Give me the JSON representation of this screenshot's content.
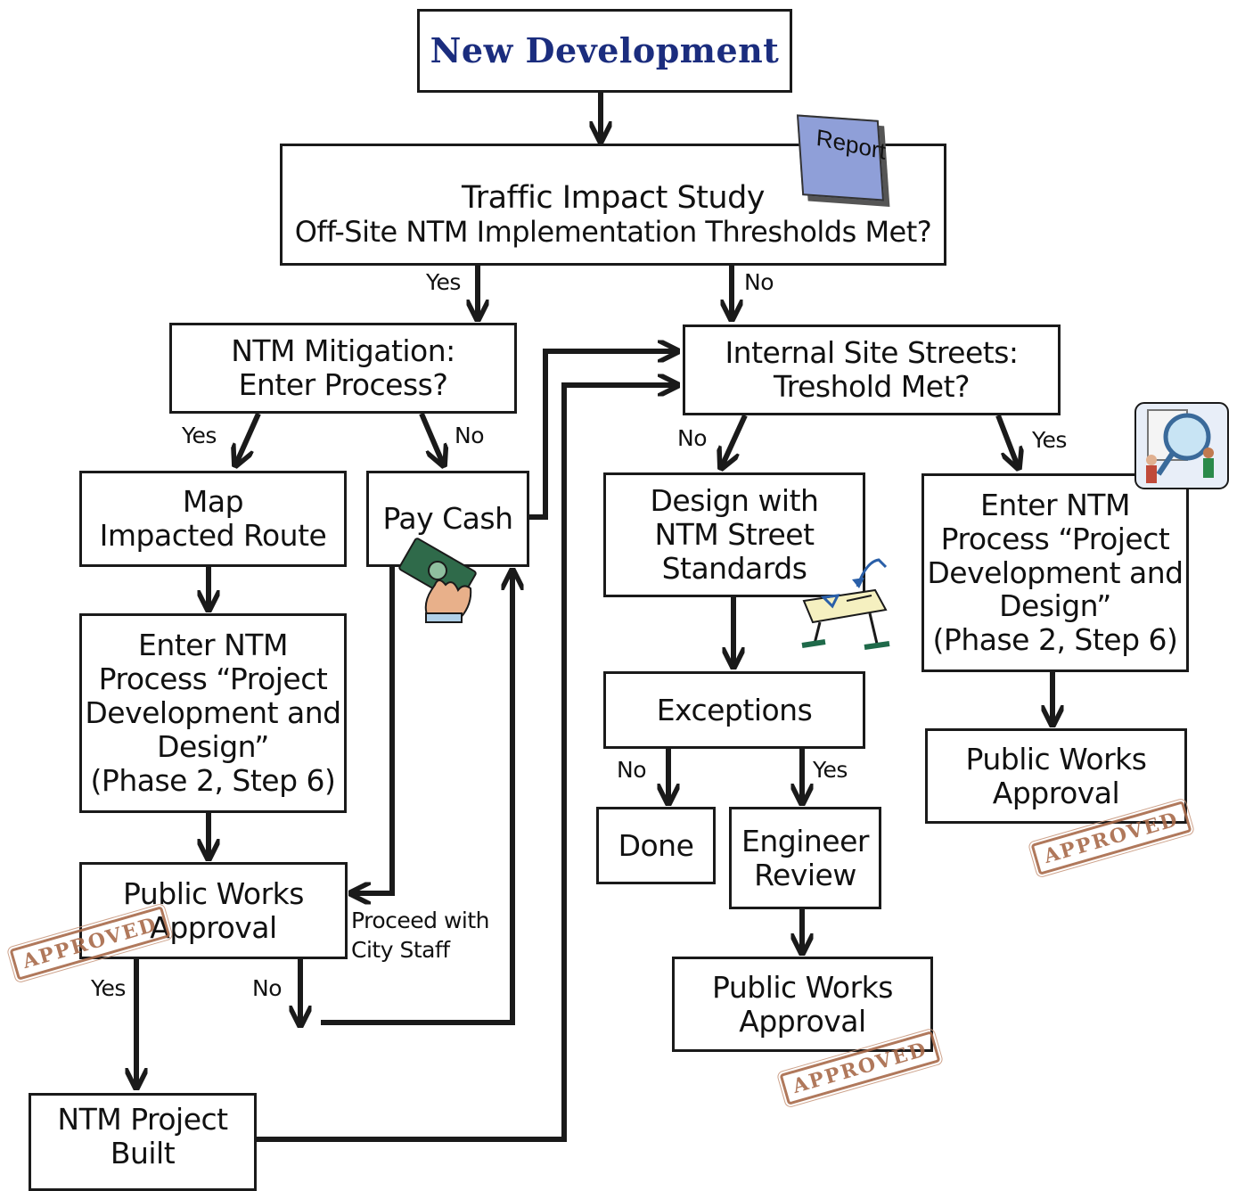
{
  "boxes": {
    "new_development": [
      "New Development"
    ],
    "traffic_study": [
      "Traffic Impact Study",
      "Off-Site NTM Implementation Thresholds Met?"
    ],
    "ntm_mitigation": [
      "NTM Mitigation:",
      "Enter Process?"
    ],
    "internal_streets": [
      "Internal Site Streets:",
      "Treshold Met?"
    ],
    "map_route": [
      "Map",
      "Impacted Route"
    ],
    "pay_cash": [
      "Pay Cash"
    ],
    "design_standards": [
      "Design with",
      "NTM Street",
      "Standards"
    ],
    "enter_ntm_right": [
      "Enter NTM",
      "Process “Project",
      "Development and",
      "Design”",
      "(Phase 2, Step 6)"
    ],
    "enter_ntm_left": [
      "Enter NTM",
      "Process “Project",
      "Development and",
      "Design”",
      "(Phase 2, Step 6)"
    ],
    "exceptions": [
      "Exceptions"
    ],
    "public_works_right": [
      "Public Works",
      "Approval"
    ],
    "public_works_left": [
      "Public Works",
      "Approval"
    ],
    "done": [
      "Done"
    ],
    "engineer_review": [
      "Engineer",
      "Review"
    ],
    "public_works_center": [
      "Public Works",
      "Approval"
    ],
    "ntm_built": [
      "NTM Project",
      "Built"
    ]
  },
  "labels": {
    "yes_traffic": "Yes",
    "no_traffic": "No",
    "yes_mitigation": "Yes",
    "no_mitigation": "No",
    "no_internal": "No",
    "yes_internal": "Yes",
    "no_exceptions": "No",
    "yes_exceptions": "Yes",
    "proceed_1": "Proceed with",
    "proceed_2": "City Staff",
    "yes_pw": "Yes",
    "no_pw": "No"
  },
  "clipart": {
    "report_label": "Report",
    "stamp_text": "APPROVED"
  },
  "icons": [
    "report-icon",
    "cash-hand-icon",
    "drafting-table-icon",
    "magnifier-team-icon",
    "approved-stamp-icon"
  ],
  "colors": {
    "title": "#1b2d7e",
    "stroke": "#1a1a1a",
    "report": "#8f9fd8",
    "stamp": "#a86a4a"
  }
}
